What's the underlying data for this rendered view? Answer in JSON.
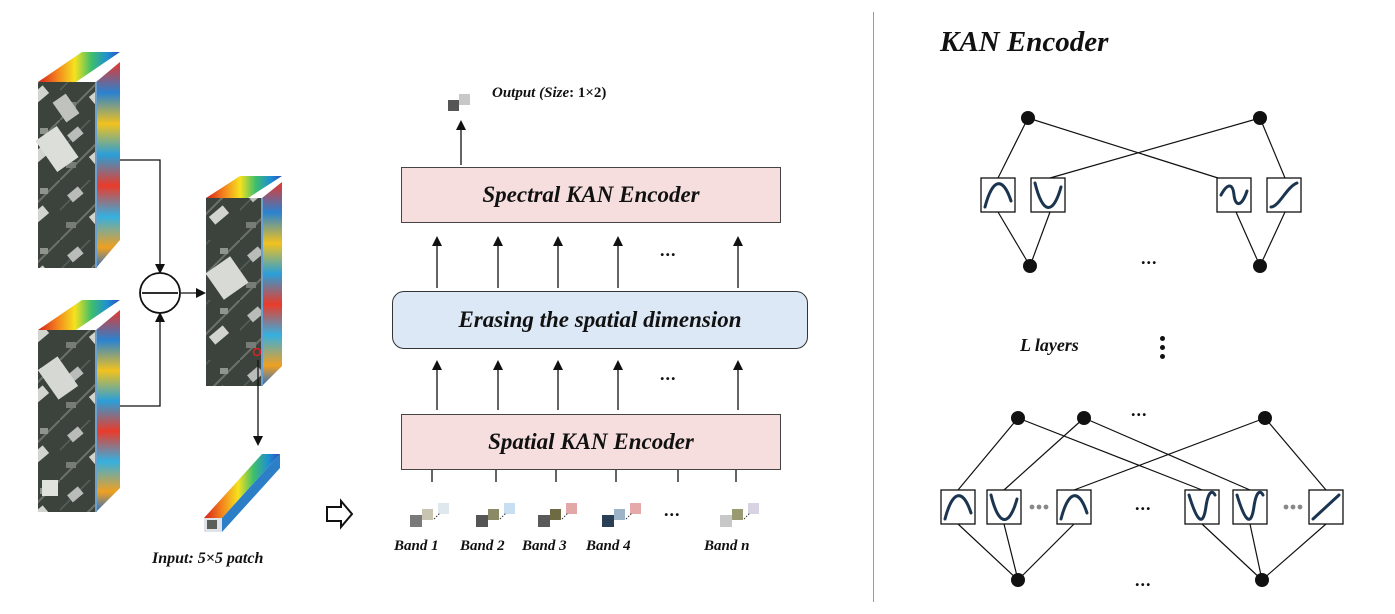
{
  "left_panel": {
    "input_label": "Input: 5×5 patch"
  },
  "middle_panel": {
    "output_label_prefix": "Output (",
    "output_label_size_word": "Size",
    "output_label_suffix": ": 1×2)",
    "spectral_encoder_label": "Spectral KAN Encoder",
    "erase_label": "Erasing the spatial dimension",
    "spatial_encoder_label": "Spatial KAN Encoder",
    "ellipsis": "...",
    "bands": [
      {
        "label": "Band 1",
        "colors": [
          "#7a7a7a",
          "#c9c3b2",
          "#dfe8ec"
        ]
      },
      {
        "label": "Band 2",
        "colors": [
          "#555555",
          "#8a8a66",
          "#c7dff0"
        ]
      },
      {
        "label": "Band 3",
        "colors": [
          "#5a5a5a",
          "#6d6a44",
          "#e2a8a8"
        ]
      },
      {
        "label": "Band 4",
        "colors": [
          "#2a3f55",
          "#9db3c8",
          "#e6a9a9"
        ]
      },
      {
        "label": "Band n",
        "colors": [
          "#c8c8c8",
          "#9a9a72",
          "#d9d2e2"
        ]
      }
    ],
    "output_pixel_colors": [
      "#555555",
      "#c8c8c8"
    ]
  },
  "right_panel": {
    "title": "KAN Encoder",
    "layers_label": "L layers",
    "ellipsis": "..."
  },
  "colors": {
    "kan_box_fill": "#f6dede",
    "erase_box_fill": "#dce8f5",
    "curve_color": "#1b3550"
  }
}
